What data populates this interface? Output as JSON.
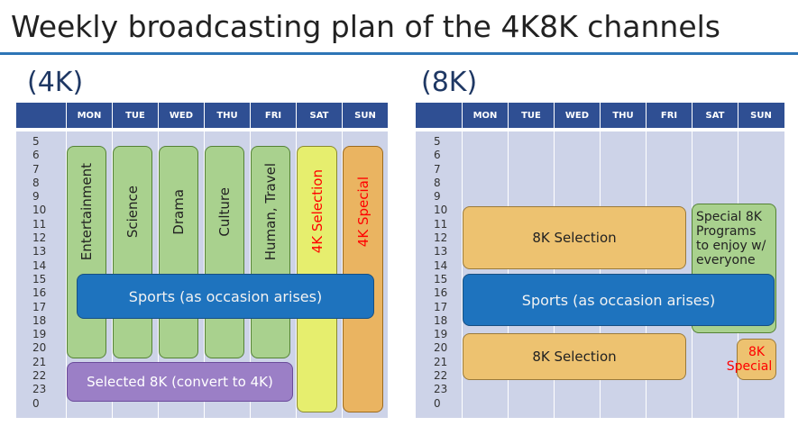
{
  "title": "Weekly broadcasting plan of the 4K8K channels",
  "days": [
    "MON",
    "TUE",
    "WED",
    "THU",
    "FRI",
    "SAT",
    "SUN"
  ],
  "hours": [
    "5",
    "6",
    "7",
    "8",
    "9",
    "10",
    "11",
    "12",
    "13",
    "14",
    "15",
    "16",
    "17",
    "18",
    "19",
    "20",
    "21",
    "22",
    "23",
    "0"
  ],
  "panel_4k": {
    "label": "(4K)",
    "genres": [
      "Entertainment",
      "Science",
      "Drama",
      "Culture",
      "Human, Travel"
    ],
    "sat_block": "4K Selection",
    "sun_block": "4K Special",
    "sports": "Sports (as occasion arises)",
    "selected": "Selected 8K (convert to 4K)"
  },
  "panel_8k": {
    "label": "(8K)",
    "selection_top": "8K Selection",
    "special_programs": "Special 8K Programs to enjoy w/ everyone",
    "sports": "Sports (as occasion arises)",
    "selection_bottom": "8K Selection",
    "special_line1": "8K",
    "special_line2": "Special"
  },
  "colors": {
    "header": "#2f4f93",
    "grid": "#cdd3e8",
    "rule": "#2e75b6",
    "green": "#a9d18e",
    "blue": "#1e73be",
    "purple": "#9b7fc6",
    "sand": "#edc270",
    "yellow": "#e6ee6e",
    "red_text": "#ff0000"
  }
}
